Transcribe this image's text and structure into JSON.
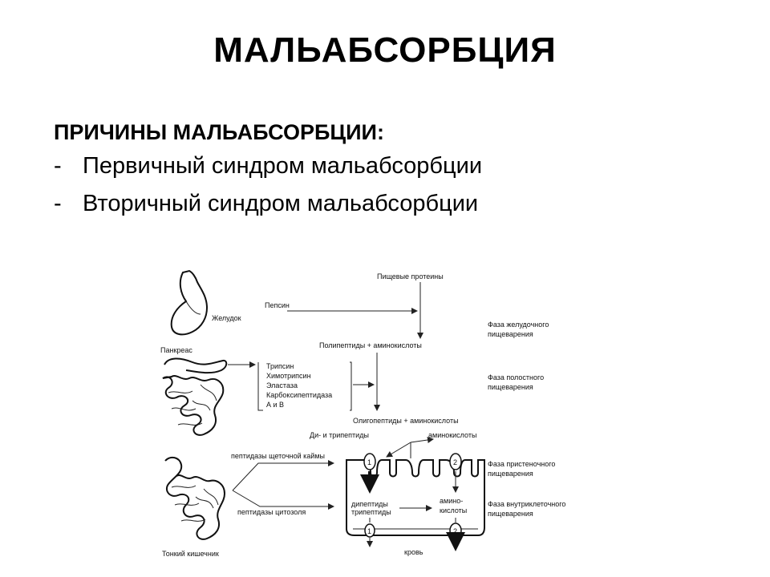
{
  "slide": {
    "title": "МАЛЬАБСОРБЦИЯ",
    "causes_heading": "ПРИЧИНЫ МАЛЬАБСОРБЦИИ:",
    "causes": [
      {
        "dash": "-",
        "text": "Первичный синдром мальабсорбции"
      },
      {
        "dash": "-",
        "text": "Вторичный синдром мальабсорбции"
      }
    ]
  },
  "diagram": {
    "food_proteins": "Пищевые протеины",
    "stomach": "Желудок",
    "pepsin": "Пепсин",
    "phase_gastric_1": "Фаза желудочного",
    "phase_gastric_2": "пищеварения",
    "polypeptides": "Полипептиды + аминокислоты",
    "pancreas": "Панкреас",
    "enzymes": [
      "Трипсин",
      "Химотрипсин",
      "Эластаза",
      "Карбоксипептидаза",
      "А и В"
    ],
    "phase_cavity_1": "Фаза полостного",
    "phase_cavity_2": "пищеварения",
    "oligopeptides": "Олигопептиды + аминокислоты",
    "di_tri_peptides": "Ди- и трипептиды",
    "amino_acids_top": "аминокислоты",
    "brush_peptidases": "пептидазы щеточной каймы",
    "cytosol_peptidases": "пептидазы цитозоля",
    "phase_parietal_1": "Фаза пристеночного",
    "phase_parietal_2": "пищеварения",
    "dipeptides": "дипептиды",
    "tripeptides": "трипептиды",
    "amino_1": "амино-",
    "amino_2": "кислоты",
    "phase_intracellular_1": "Фаза внутриклеточного",
    "phase_intracellular_2": "пищеварения",
    "small_intestine": "Тонкий кишечник",
    "blood": "кровь",
    "transporter_1": "1",
    "transporter_2": "2"
  }
}
